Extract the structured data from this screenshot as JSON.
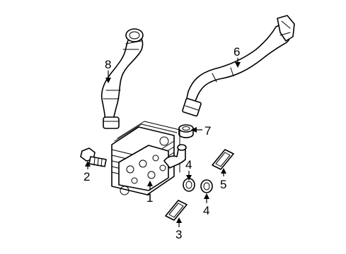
{
  "callouts": [
    {
      "id": "1",
      "label": "1"
    },
    {
      "id": "2",
      "label": "2"
    },
    {
      "id": "3",
      "label": "3"
    },
    {
      "id": "4a",
      "label": "4"
    },
    {
      "id": "4b",
      "label": "4"
    },
    {
      "id": "5",
      "label": "5"
    },
    {
      "id": "6",
      "label": "6"
    },
    {
      "id": "7",
      "label": "7"
    },
    {
      "id": "8",
      "label": "8"
    }
  ]
}
